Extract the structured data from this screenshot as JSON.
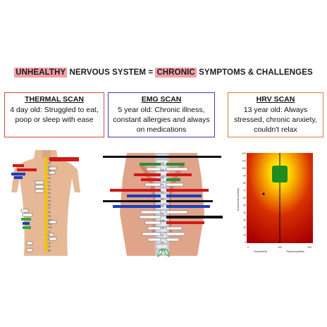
{
  "headline": {
    "unhealthy": "UNHEALTHY",
    "part2": " NERVOUS SYSTEM = ",
    "chronic": "CHRONIC",
    "part4": " SYMPTOMS & CHALLENGES"
  },
  "cards": [
    {
      "title": "THERMAL SCAN",
      "description": "4 day old: Struggled to eat, poop or sleep with ease"
    },
    {
      "title": "EMG SCAN",
      "description": "5 year old: Chronic illness, constant allergies and always on medications"
    },
    {
      "title": "HRV SCAN",
      "description": "13 year old: Always stressed, chronic anxiety, couldn't relax"
    }
  ],
  "thermal": {
    "labels": [
      "C1",
      "C2",
      "C3",
      "C4",
      "C5",
      "C6",
      "C7",
      "T1",
      "T2",
      "T3",
      "T4",
      "T5",
      "T6",
      "T7",
      "T8",
      "T9",
      "T10",
      "T11",
      "T12",
      "L1",
      "L2",
      "L3",
      "L4",
      "L5",
      "S1"
    ]
  },
  "emg": {
    "labels": [
      "C2",
      "C4",
      "C6",
      "T1",
      "T2",
      "T4",
      "T6",
      "T8",
      "T10",
      "T12",
      "L2",
      "L4",
      "S1"
    ]
  },
  "hrv": {
    "y_axis_label": "Autonomic Activity",
    "y_ticks": [
      "120",
      "110",
      "100",
      "90",
      "80",
      "70",
      "60",
      "50",
      "40",
      "30",
      "20",
      "10",
      "0"
    ],
    "x_ticks": [
      "0",
      "100",
      "200"
    ],
    "x_left_label": "Sympathetic",
    "x_right_label": "Parasympathetic"
  },
  "colors": {
    "thermal_border": "#d64b3f",
    "emg_border": "#3a3fb0",
    "hrv_border": "#e07c40",
    "highlight": "#f2a0a6"
  }
}
